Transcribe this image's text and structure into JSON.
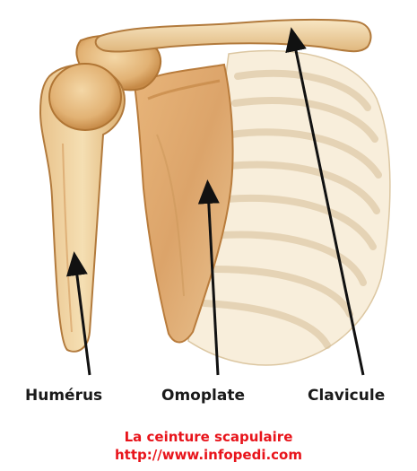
{
  "labels": {
    "humerus": "Humérus",
    "omoplate": "Omoplate",
    "clavicule": "Clavicule"
  },
  "caption": {
    "title": "La ceinture scapulaire",
    "url": "http://www.infopedi.com"
  },
  "colors": {
    "bone_light": "#f3dcae",
    "bone_mid": "#e7b97a",
    "bone_dark": "#c98f4c",
    "rib_fill": "#f7ecd6",
    "rib_line": "#d9c4a0",
    "label_text": "#1a1a1a",
    "caption_text": "#e8141b",
    "arrow": "#111111"
  }
}
